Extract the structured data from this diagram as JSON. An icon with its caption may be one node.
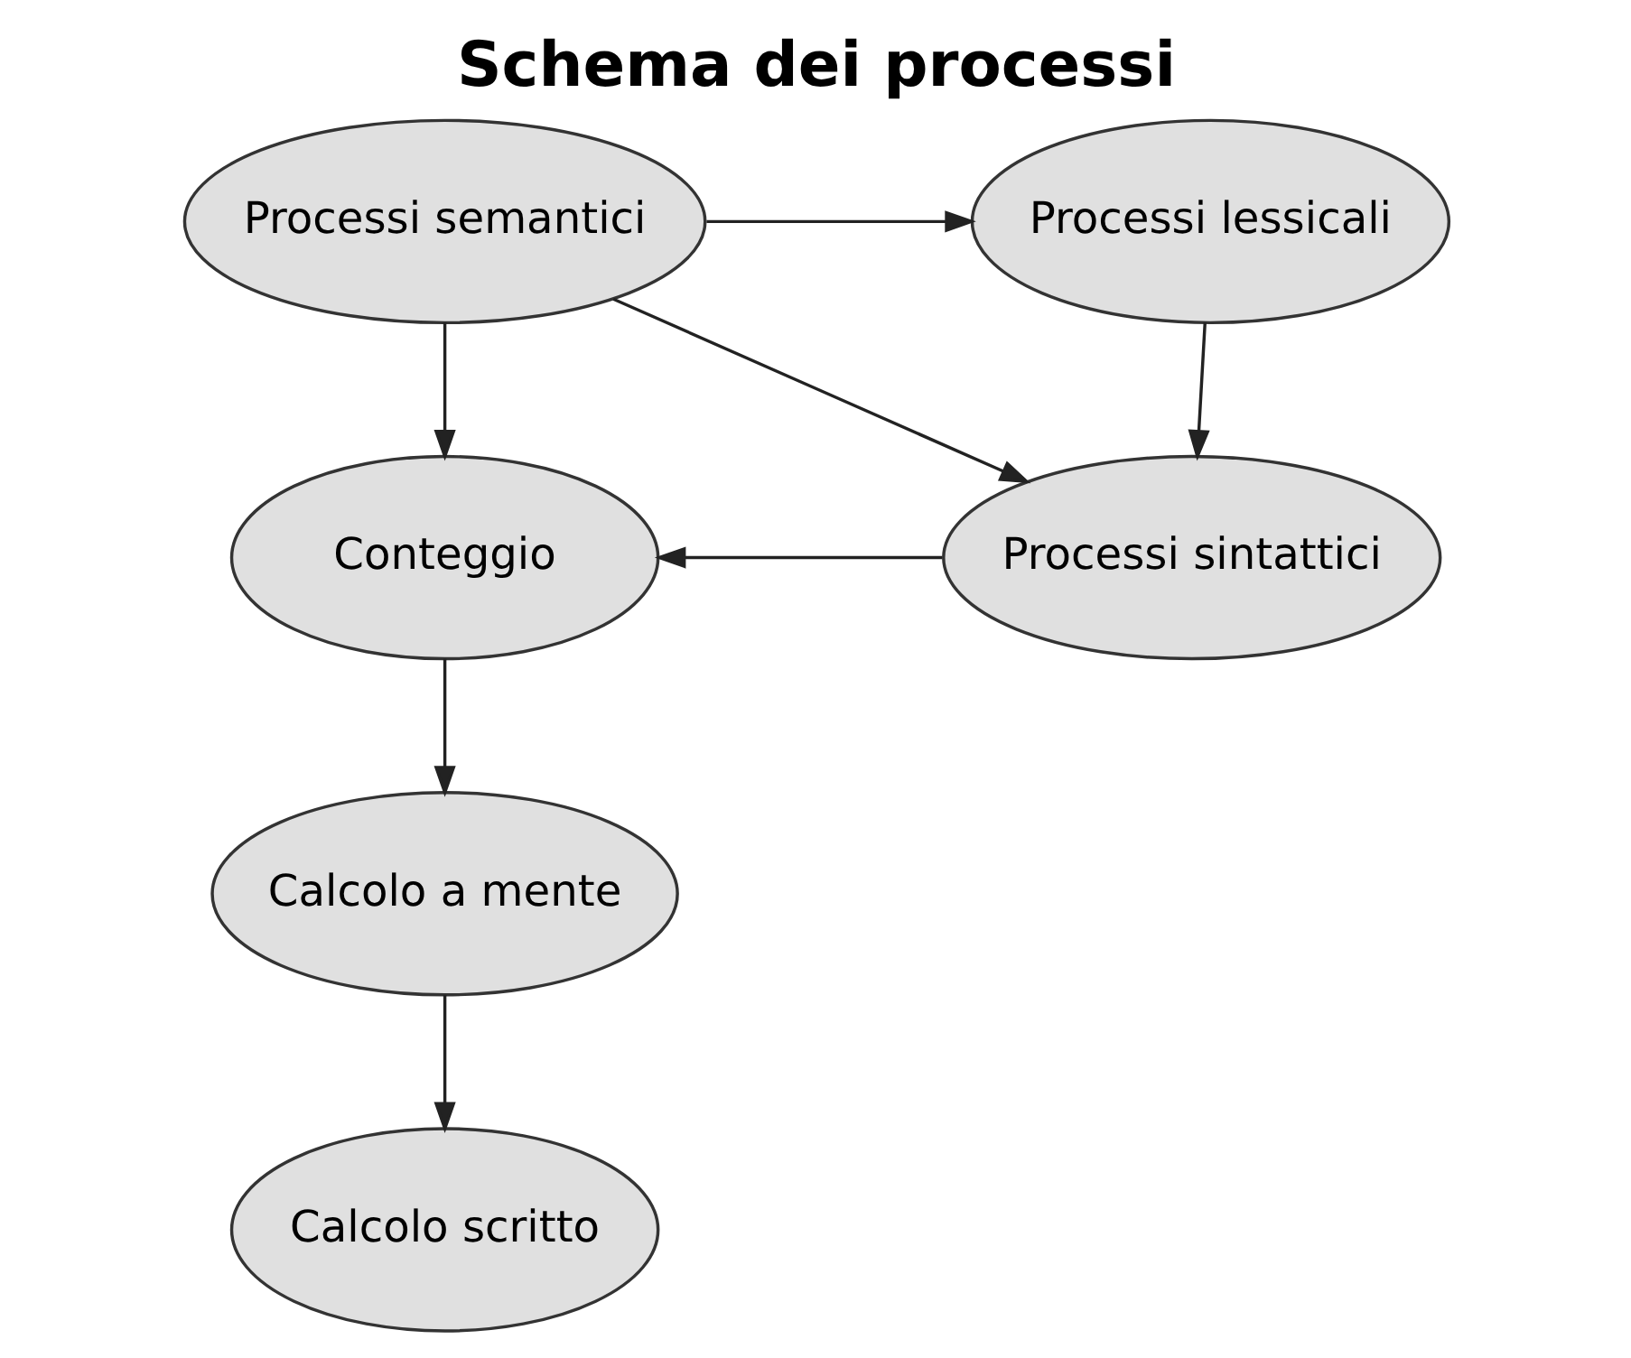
{
  "diagram": {
    "title": "Schema dei processi",
    "nodes": [
      {
        "text": [
          "Processi semantici"
        ]
      },
      {
        "text": [
          "Processi lessicali"
        ]
      },
      {
        "text": [
          "Conteggio"
        ]
      },
      {
        "text": [
          "Processi sintattici"
        ]
      },
      {
        "text": [
          "Calcolo a mente"
        ]
      },
      {
        "text": [
          "Calcolo scritto"
        ]
      }
    ],
    "edges": [
      {
        "from": 0,
        "to": 1,
        "arrow": "to"
      },
      {
        "from": 0,
        "to": 2,
        "arrow": "to"
      },
      {
        "from": 0,
        "to": 3,
        "arrow": "to"
      },
      {
        "from": 1,
        "to": 3,
        "arrow": "to"
      },
      {
        "from": 3,
        "to": 2,
        "arrow": "to"
      },
      {
        "from": 2,
        "to": 4,
        "arrow": "to"
      },
      {
        "from": 4,
        "to": 5,
        "arrow": "to"
      }
    ]
  }
}
